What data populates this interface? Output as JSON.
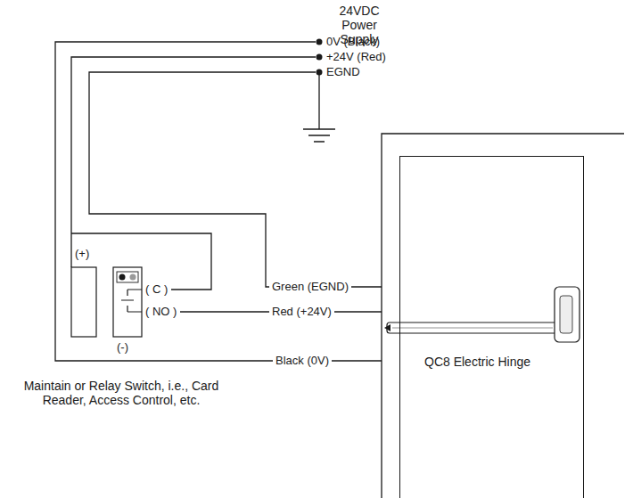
{
  "diagram": {
    "nodes": [
      {
        "text": [
          "QC8 Electric Hinge"
        ]
      }
    ],
    "labels": [
      "24VDC Power Supply",
      "0V (Black)",
      "+24V (Red)",
      "EGND",
      "(+)",
      "( C )",
      "( NO )",
      "(-)",
      "Green (EGND)",
      "Red (+24V)",
      "Black (0V)",
      "Maintain or Relay Switch, i.e., Card Reader, Access Control, etc."
    ]
  }
}
